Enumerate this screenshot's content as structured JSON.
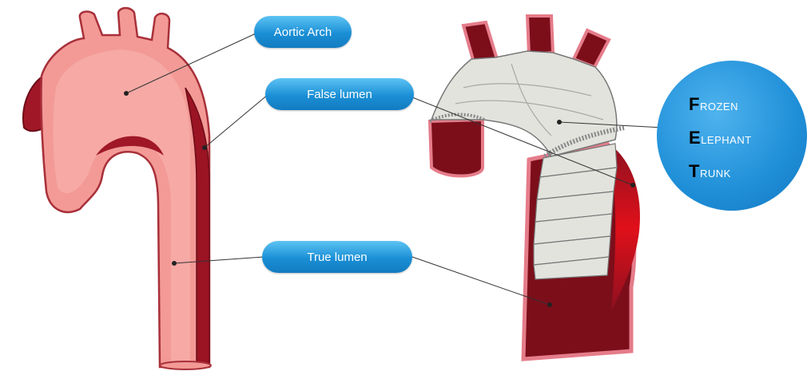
{
  "labels": {
    "aortic_arch": "Aortic Arch",
    "false_lumen": "False lumen",
    "true_lumen": "True lumen"
  },
  "fet": {
    "line1_initial": "F",
    "line1_rest": "ROZEN",
    "line2_initial": "E",
    "line2_rest": "LEPHANT",
    "line3_initial": "T",
    "line3_rest": "RUNK"
  },
  "colors": {
    "aorta_pink": "#f39a96",
    "aorta_light": "#f7b7b3",
    "false_lumen_dark": "#8c1020",
    "graft_gray": "#e3e3de",
    "label_blue": "#1a8fd6"
  }
}
